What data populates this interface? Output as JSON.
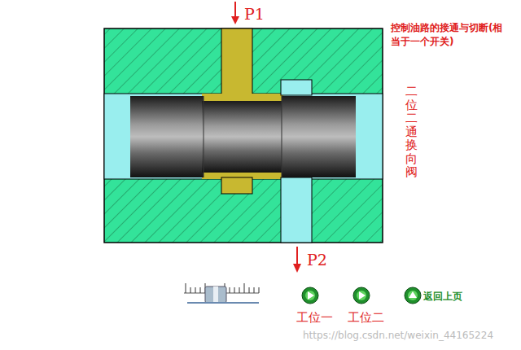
{
  "diagram": {
    "labels": [
      "P1",
      "控制油路的接通与切断(相当于一个开关)",
      "二位二通换向阀",
      "P2",
      "工位一",
      "工位二",
      "返回上页",
      "https://blog.csdn.net/weixin_44165224"
    ]
  }
}
